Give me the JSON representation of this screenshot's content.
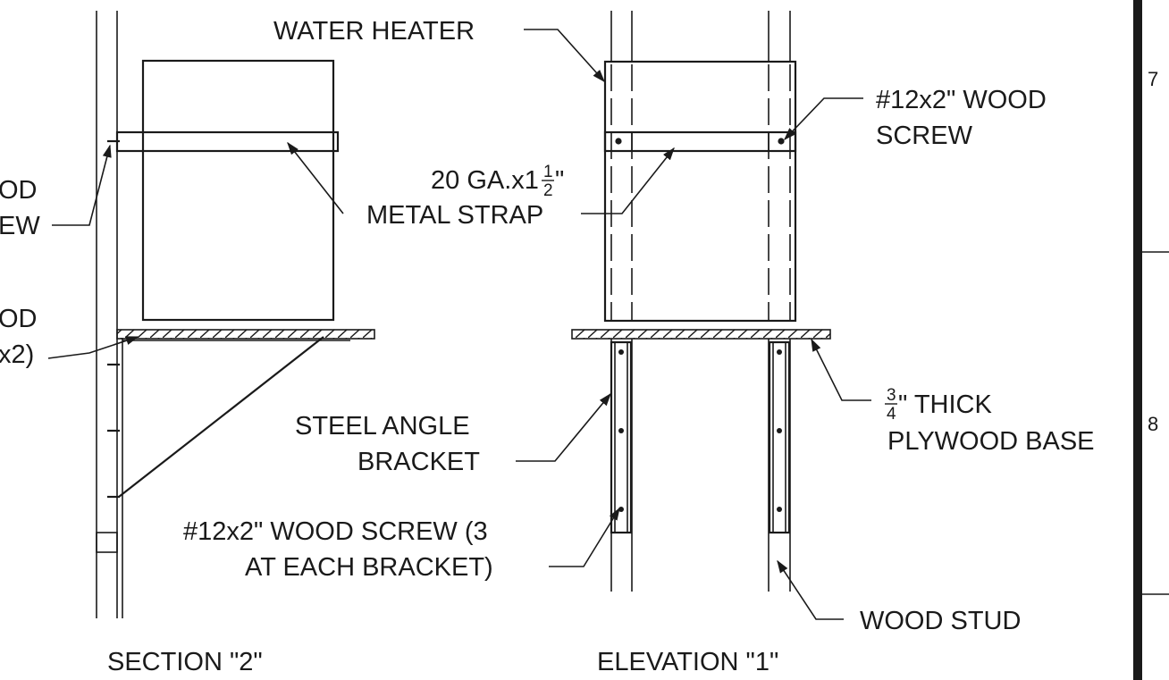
{
  "section": {
    "title": "SECTION \"2\"",
    "labels": {
      "wood_screw_line1": "OD",
      "wood_screw_line2": "EW",
      "wood_line1": "OD",
      "wood_line2": "x2)"
    }
  },
  "elevation": {
    "title": "ELEVATION \"1\"",
    "labels": {
      "water_heater": "WATER HEATER",
      "screw_line1": "#12x2\" WOOD",
      "screw_line2": "SCREW",
      "strap_line1_a": "20 GA.x1",
      "strap_frac_num": "1",
      "strap_frac_den": "2",
      "strap_line1_b": "\"",
      "strap_line2": "METAL STRAP",
      "angle_line1": "STEEL ANGLE",
      "angle_line2": "BRACKET",
      "bracket_screw_line1": "#12x2\" WOOD SCREW (3",
      "bracket_screw_line2": "AT EACH BRACKET)",
      "ply_frac_num": "3",
      "ply_frac_den": "4",
      "ply_line1": "\" THICK",
      "ply_line2": "PLYWOOD BASE",
      "wood_stud": "WOOD STUD"
    }
  },
  "border": {
    "row_7": "7",
    "row_8": "8"
  }
}
